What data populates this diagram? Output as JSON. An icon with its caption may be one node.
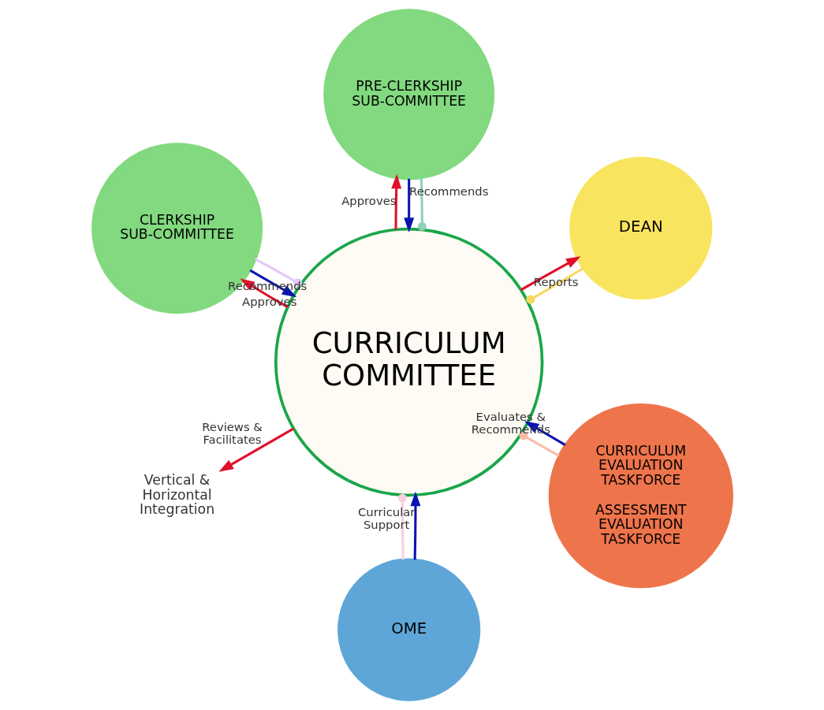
{
  "diagram": {
    "nodes": [
      {
        "text": [
          "DEAN"
        ]
      },
      {
        "text": [
          "CURRICULUM COMMITTEE"
        ]
      },
      {
        "text": [
          "PRE-CLERKSHIP SUB-COMMITTEE"
        ]
      },
      {
        "text": [
          "CLERKSHIP SUB-COMMITTEE"
        ]
      },
      {
        "text": [
          "OME"
        ]
      },
      {
        "text": [
          "CURRICULUM EVALUATION TASKFORCE",
          "ASSESSMENT EVALUATION TASKFORCE"
        ]
      },
      {
        "text": [
          "Vertical & Horizontal Integration"
        ]
      }
    ],
    "edges": [
      {
        "from": 0,
        "to": 1,
        "arrow": "other",
        "color": "#f9d65c"
      },
      {
        "from": 1,
        "to": 0,
        "arrow": "to",
        "label": "Reports",
        "color": "#e0102a"
      },
      {
        "from": 2,
        "to": 1,
        "arrow": "other",
        "color": "#8fd0b8"
      },
      {
        "from": 2,
        "to": 1,
        "arrow": "to",
        "label": "Recommends",
        "color": "#0a14b0"
      },
      {
        "from": 1,
        "to": 2,
        "arrow": "to",
        "label": "Approves",
        "color": "#e0102a"
      },
      {
        "from": 3,
        "to": 1,
        "arrow": "other",
        "color": "#e3c8fb"
      },
      {
        "from": 3,
        "to": 1,
        "arrow": "to",
        "label": "Recommends",
        "color": "#0a14b0"
      },
      {
        "from": 1,
        "to": 3,
        "arrow": "to",
        "label": "Approves",
        "color": "#e0102a"
      },
      {
        "from": 4,
        "to": 1,
        "arrow": "other",
        "color": "#f8d0e0"
      },
      {
        "from": 4,
        "to": 1,
        "arrow": "to",
        "label": "Curricular Support",
        "color": "#0a14b0"
      },
      {
        "from": 5,
        "to": 1,
        "arrow": "other",
        "color": "#fbbcaa"
      },
      {
        "from": 5,
        "to": 1,
        "arrow": "to",
        "label": "Evaluates & Recommends",
        "color": "#0a14b0"
      },
      {
        "from": 1,
        "to": 6,
        "arrow": "to",
        "label": "Reviews & Facilitates",
        "color": "#e0102a"
      }
    ]
  }
}
